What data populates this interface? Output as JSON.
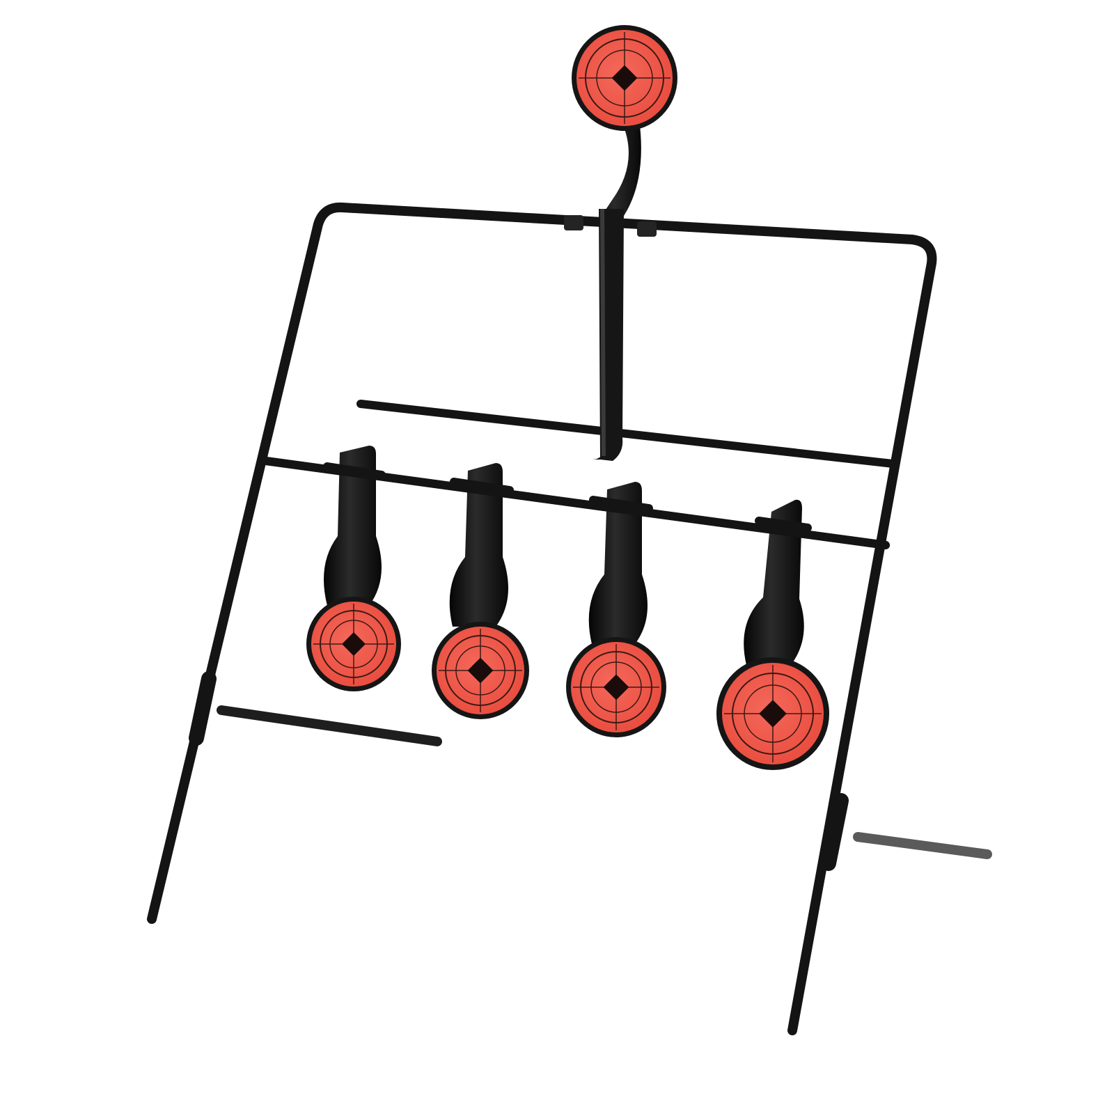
{
  "scene": {
    "subject": "spinner-target-stand",
    "colors": {
      "background": "#ffffff",
      "frame": "#141414",
      "frame_highlight": "#3a3a3a",
      "paddle": "#101010",
      "target_face": "#f0594a",
      "target_ring_line": "#3a1a14",
      "target_edge": "#151515",
      "bullseye": "#1a0c0a"
    },
    "targets": [
      {
        "name": "top-reset-target"
      },
      {
        "name": "hanging-target-1"
      },
      {
        "name": "hanging-target-2"
      },
      {
        "name": "hanging-target-3"
      },
      {
        "name": "hanging-target-4"
      }
    ]
  }
}
